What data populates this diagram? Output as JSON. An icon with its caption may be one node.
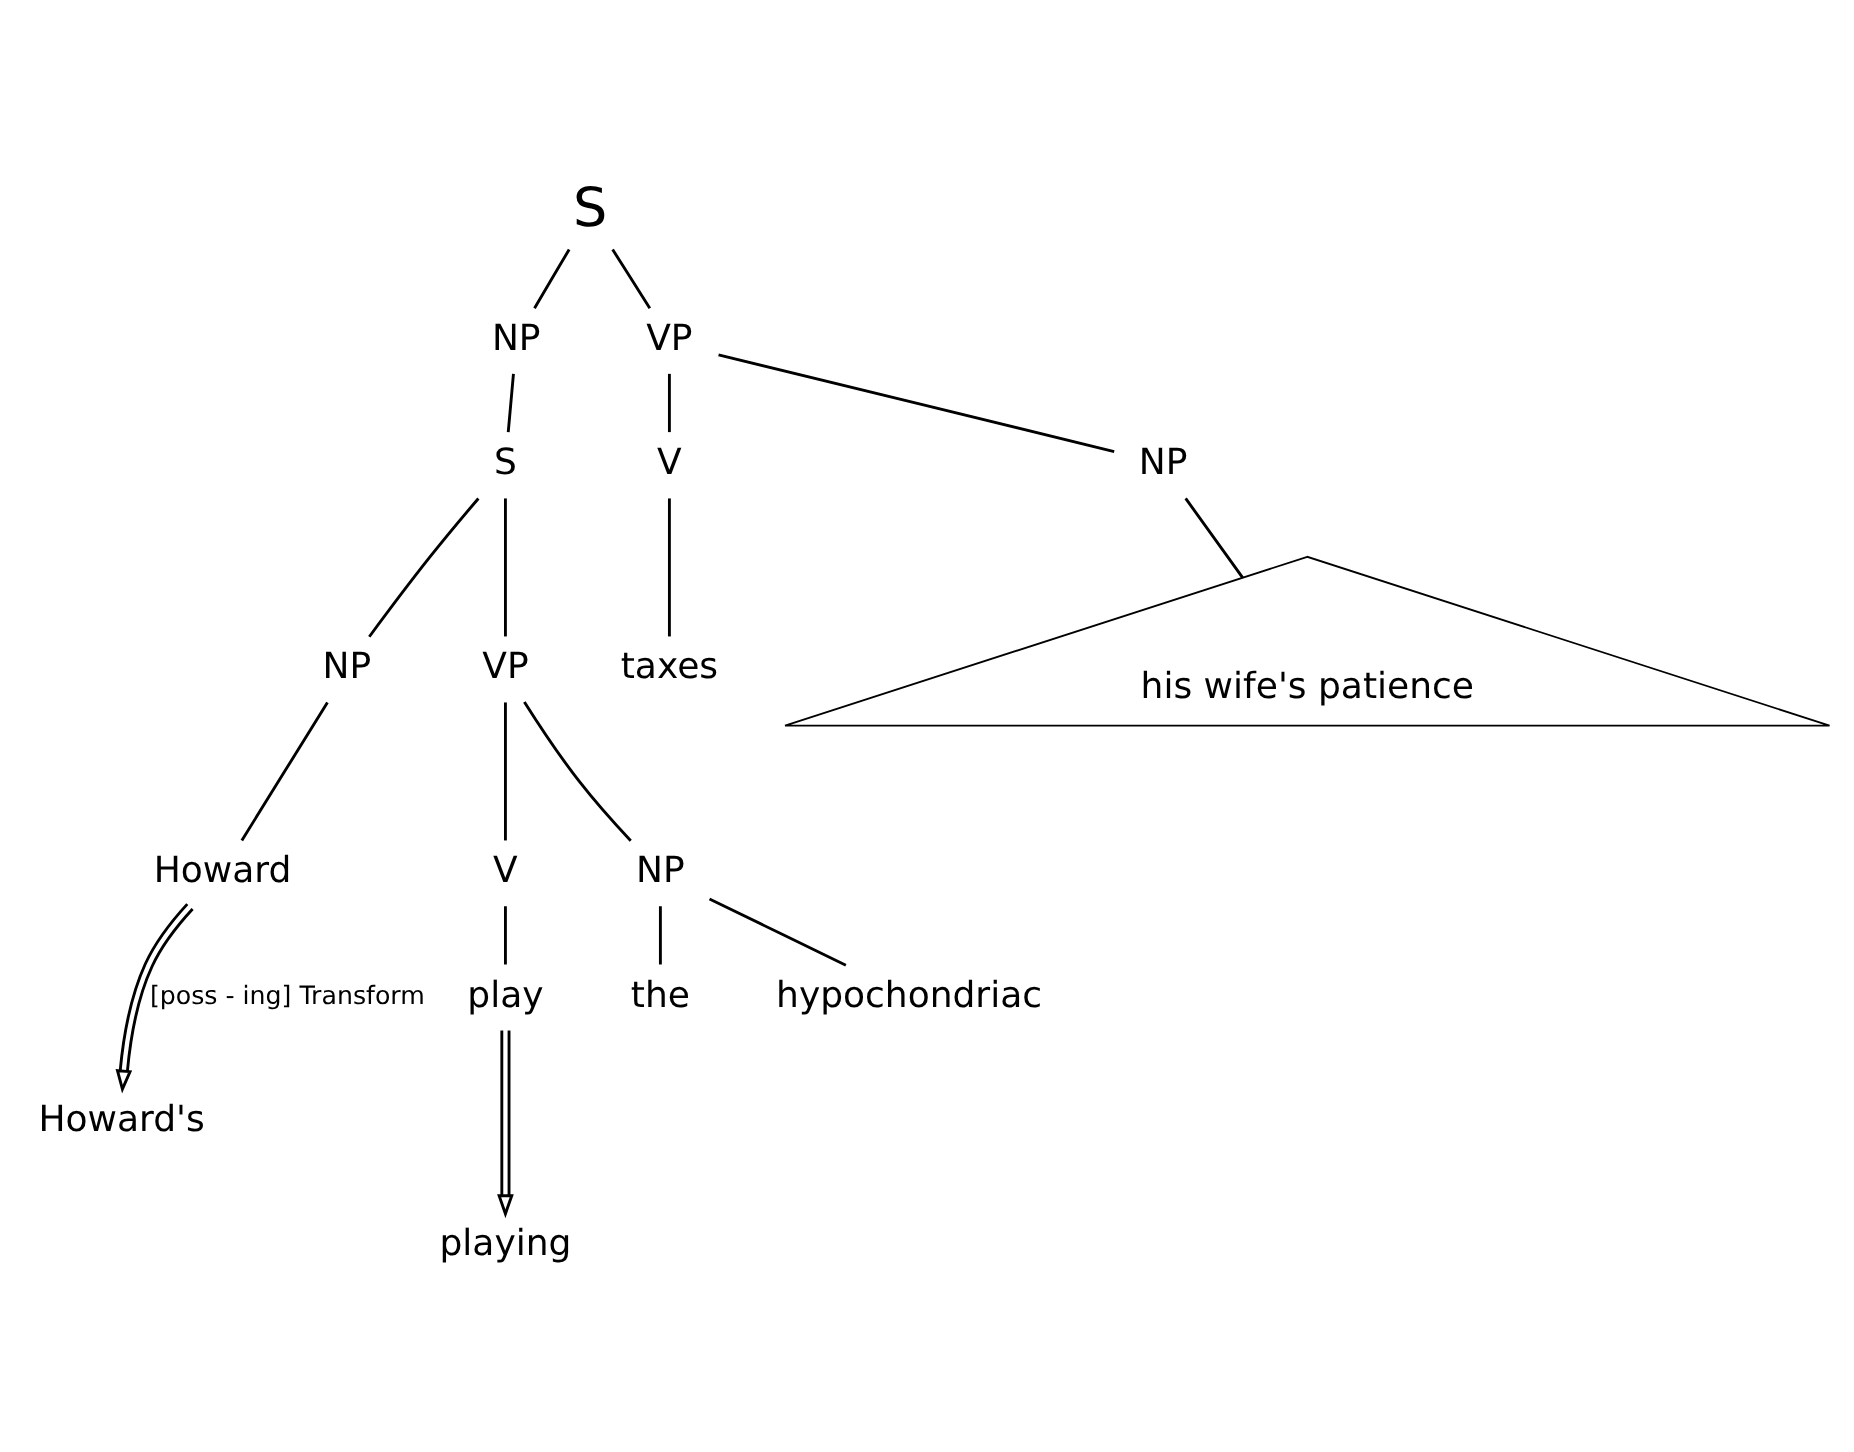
{
  "diagram": {
    "nodes": [
      {
        "text": [
          "S"
        ]
      },
      {
        "text": [
          "NP"
        ]
      },
      {
        "text": [
          "VP"
        ]
      },
      {
        "text": [
          "S"
        ]
      },
      {
        "text": [
          "V"
        ]
      },
      {
        "text": [
          "NP"
        ]
      },
      {
        "text": [
          "taxes"
        ]
      },
      {
        "text": [
          "his wife's patience"
        ]
      },
      {
        "text": [
          "NP"
        ]
      },
      {
        "text": [
          "VP"
        ]
      },
      {
        "text": [
          "Howard"
        ]
      },
      {
        "text": [
          "V"
        ]
      },
      {
        "text": [
          "NP"
        ]
      },
      {
        "text": [
          "play"
        ]
      },
      {
        "text": [
          "the"
        ]
      },
      {
        "text": [
          "hypochondriac"
        ]
      },
      {
        "text": [
          "Howard's"
        ]
      },
      {
        "text": [
          "playing"
        ]
      }
    ],
    "edges": [
      {
        "from": 0,
        "to": 1,
        "arrow": "none"
      },
      {
        "from": 0,
        "to": 2,
        "arrow": "none"
      },
      {
        "from": 1,
        "to": 3,
        "arrow": "none"
      },
      {
        "from": 2,
        "to": 4,
        "arrow": "none"
      },
      {
        "from": 2,
        "to": 5,
        "arrow": "none"
      },
      {
        "from": 4,
        "to": 6,
        "arrow": "none"
      },
      {
        "from": 5,
        "to": 7,
        "arrow": "none"
      },
      {
        "from": 3,
        "to": 8,
        "arrow": "none"
      },
      {
        "from": 3,
        "to": 9,
        "arrow": "none"
      },
      {
        "from": 8,
        "to": 10,
        "arrow": "none"
      },
      {
        "from": 9,
        "to": 11,
        "arrow": "none"
      },
      {
        "from": 9,
        "to": 12,
        "arrow": "none"
      },
      {
        "from": 11,
        "to": 13,
        "arrow": "none"
      },
      {
        "from": 12,
        "to": 14,
        "arrow": "none"
      },
      {
        "from": 12,
        "to": 15,
        "arrow": "none"
      },
      {
        "from": 10,
        "to": 16,
        "arrow": "to",
        "label": "[poss - ing] Transform"
      },
      {
        "from": 13,
        "to": 17,
        "arrow": "to"
      }
    ]
  }
}
